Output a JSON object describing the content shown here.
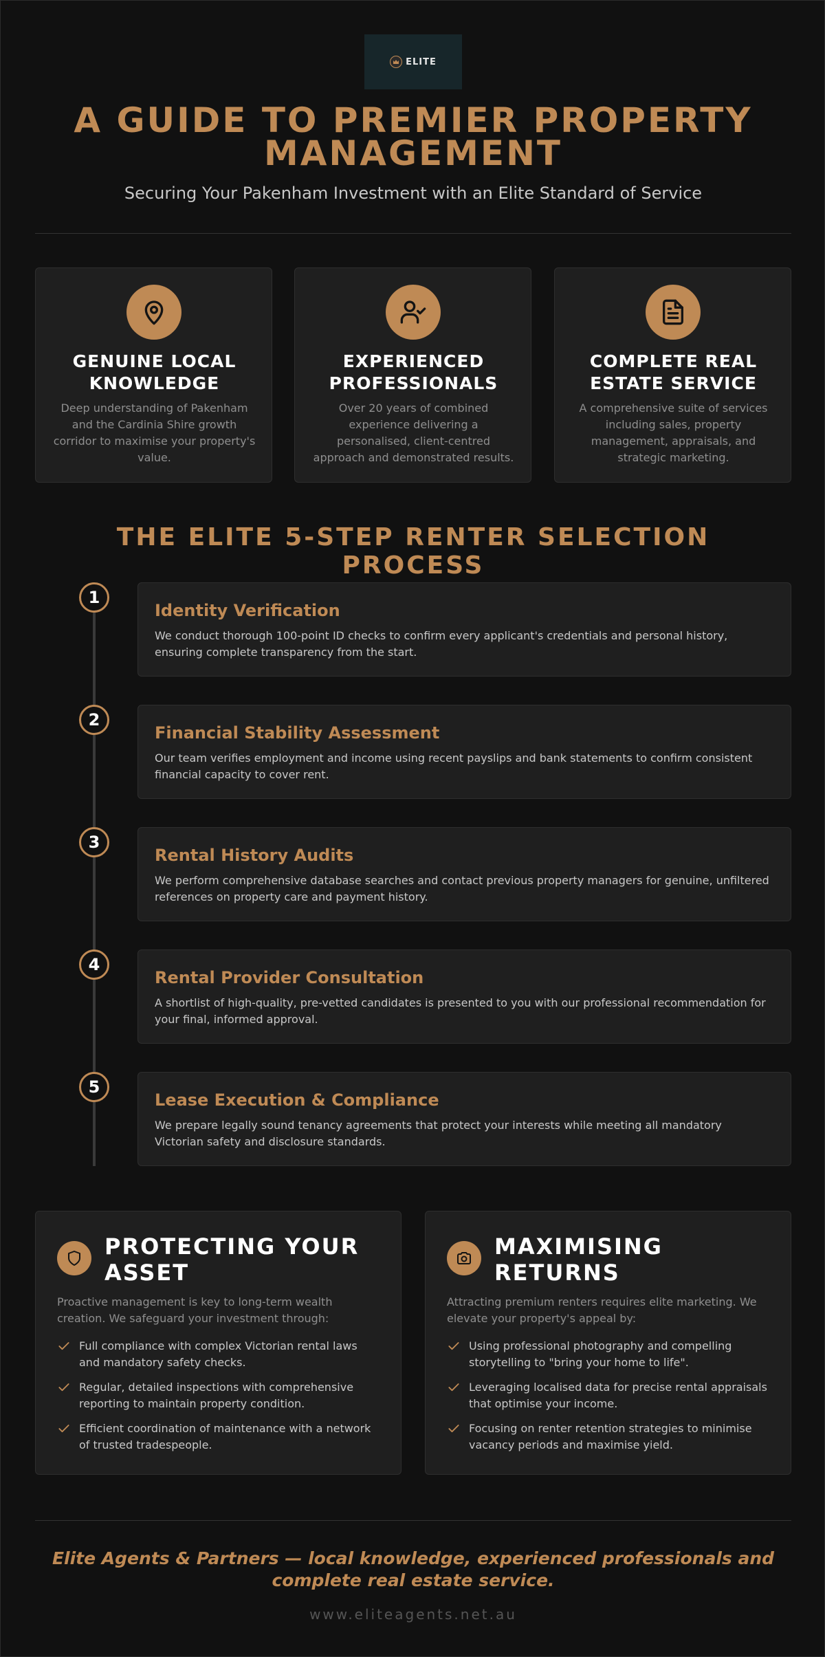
{
  "colors": {
    "accent": "#bf8a55",
    "background": "#111111",
    "card": "#1f1f1f"
  },
  "header": {
    "logo_text": "ELITE",
    "logo_icon": "crown-icon",
    "title": "A GUIDE TO PREMIER PROPERTY MANAGEMENT",
    "subtitle": "Securing Your Pakenham Investment with an Elite Standard of Service"
  },
  "features": [
    {
      "icon": "map-pin-icon",
      "title": "GENUINE LOCAL KNOWLEDGE",
      "description": "Deep understanding of Pakenham and the Cardinia Shire growth corridor to maximise your property's value."
    },
    {
      "icon": "user-check-icon",
      "title": "EXPERIENCED PROFESSIONALS",
      "description": "Over 20 years of combined experience delivering a personalised, client-centred approach and demonstrated results."
    },
    {
      "icon": "document-icon",
      "title": "COMPLETE REAL ESTATE SERVICE",
      "description": "A comprehensive suite of services including sales, property management, appraisals, and strategic marketing."
    }
  ],
  "process": {
    "title": "THE ELITE 5-STEP RENTER SELECTION PROCESS",
    "steps": [
      {
        "number": "1",
        "title": "Identity Verification",
        "description": "We conduct thorough 100-point ID checks to confirm every applicant's credentials and personal history, ensuring complete transparency from the start."
      },
      {
        "number": "2",
        "title": "Financial Stability Assessment",
        "description": "Our team verifies employment and income using recent payslips and bank statements to confirm consistent financial capacity to cover rent."
      },
      {
        "number": "3",
        "title": "Rental History Audits",
        "description": "We perform comprehensive database searches and contact previous property managers for genuine, unfiltered references on property care and payment history."
      },
      {
        "number": "4",
        "title": "Rental Provider Consultation",
        "description": "A shortlist of high-quality, pre-vetted candidates is presented to you with our professional recommendation for your final, informed approval."
      },
      {
        "number": "5",
        "title": "Lease Execution & Compliance",
        "description": "We prepare legally sound tenancy agreements that protect your interests while meeting all mandatory Victorian safety and disclosure standards."
      }
    ]
  },
  "panels": [
    {
      "icon": "shield-icon",
      "title": "PROTECTING YOUR ASSET",
      "intro": "Proactive management is key to long-term wealth creation. We safeguard your investment through:",
      "items": [
        "Full compliance with complex Victorian rental laws and mandatory safety checks.",
        "Regular, detailed inspections with comprehensive reporting to maintain property condition.",
        "Efficient coordination of maintenance with a network of trusted tradespeople."
      ]
    },
    {
      "icon": "camera-icon",
      "title": "MAXIMISING RETURNS",
      "intro": "Attracting premium renters requires elite marketing. We elevate your property's appeal by:",
      "items": [
        "Using professional photography and compelling storytelling to \"bring your home to life\".",
        "Leveraging localised data for precise rental appraisals that optimise your income.",
        "Focusing on renter retention strategies to minimise vacancy periods and maximise yield."
      ]
    }
  ],
  "footer": {
    "tagline": "Elite Agents & Partners — local knowledge, experienced professionals and complete real estate service.",
    "url": "www.eliteagents.net.au"
  }
}
